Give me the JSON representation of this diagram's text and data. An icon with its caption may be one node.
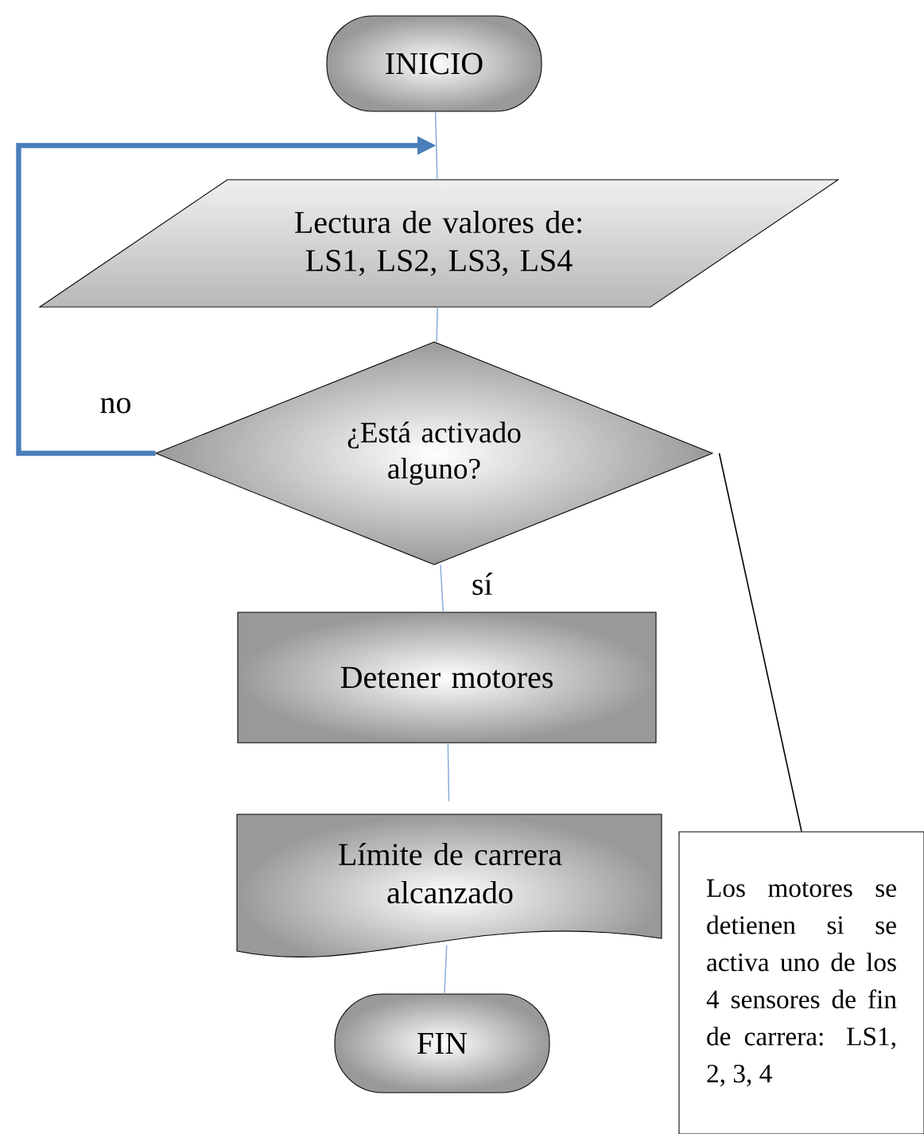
{
  "diagram": {
    "nodes": [
      {
        "text": [
          "INICIO"
        ]
      },
      {
        "text": [
          "Lectura de valores de: LS1, LS2, LS3, LS4"
        ]
      },
      {
        "text": [
          "¿Está activado alguno?"
        ]
      },
      {
        "text": [
          "Detener motores"
        ]
      },
      {
        "text": [
          "Límite de carrera alcanzado"
        ]
      },
      {
        "text": [
          "FIN"
        ]
      },
      {
        "text": [
          "Los motores se detienen si se activa uno de los 4 sensores de fin de carrera: LS1, 2, 3, 4"
        ]
      }
    ],
    "edges": [
      {
        "from": 0,
        "to": 1,
        "arrow": "none"
      },
      {
        "from": 1,
        "to": 2,
        "arrow": "none"
      },
      {
        "from": 2,
        "to": 3,
        "arrow": "none",
        "label": "sí"
      },
      {
        "from": 3,
        "to": 4,
        "arrow": "none"
      },
      {
        "from": 4,
        "to": 5,
        "arrow": "none"
      },
      {
        "from": 2,
        "to": 1,
        "arrow": "to",
        "label": "no",
        "style": "thick",
        "color": "#4a7ebb"
      },
      {
        "from": 6,
        "to": 2,
        "arrow": "none",
        "color": "#000000"
      }
    ]
  }
}
